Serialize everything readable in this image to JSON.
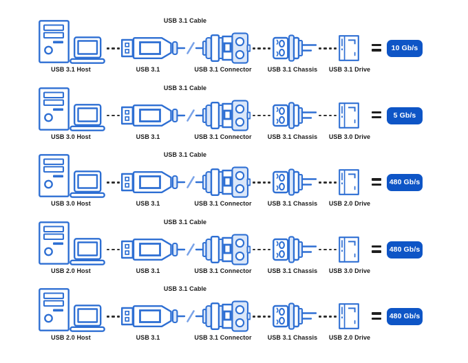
{
  "colors": {
    "icon_blue": "#2e6fd3",
    "icon_blue_light": "#7aa3e8",
    "icon_fill_light": "#dbe7f9",
    "badge_bg": "#0e55c6",
    "badge_text": "#ffffff",
    "label_text": "#1a1a1a",
    "separator": "#2f2f2f",
    "background": "#ffffff"
  },
  "icons": {
    "host": [
      "desktop-tower-icon",
      "laptop-icon"
    ],
    "link": "usb-type-a-plug-icon with cable-break-slash-icon",
    "connector": "usb-circular-connector-icon",
    "chassis": "usb-chassis-receptacle-icon",
    "drive": "external-drive-icon",
    "result": "equals-icon"
  },
  "rows": [
    {
      "host_label": "USB 3.1 Host",
      "plug_label": "USB 3.1",
      "cable_label": "USB 3.1 Cable",
      "connector_label": "USB 3.1 Connector",
      "chassis_label": "USB 3.1 Chassis",
      "drive_label": "USB 3.1 Drive",
      "speed": "10 Gb/s"
    },
    {
      "host_label": "USB 3.0 Host",
      "plug_label": "USB 3.1",
      "cable_label": "USB 3.1 Cable",
      "connector_label": "USB 3.1 Connector",
      "chassis_label": "USB 3.1 Chassis",
      "drive_label": "USB 3.0 Drive",
      "speed": "5 Gb/s"
    },
    {
      "host_label": "USB 3.0 Host",
      "plug_label": "USB 3.1",
      "cable_label": "USB 3.1 Cable",
      "connector_label": "USB 3.1 Connector",
      "chassis_label": "USB 3.1 Chassis",
      "drive_label": "USB 2.0 Drive",
      "speed": "480 Gb/s"
    },
    {
      "host_label": "USB 2.0 Host",
      "plug_label": "USB 3.1",
      "cable_label": "USB 3.1 Cable",
      "connector_label": "USB 3.1 Connector",
      "chassis_label": "USB 3.1 Chassis",
      "drive_label": "USB 3.0 Drive",
      "speed": "480 Gb/s"
    },
    {
      "host_label": "USB 2.0 Host",
      "plug_label": "USB 3.1",
      "cable_label": "USB 3.1 Cable",
      "connector_label": "USB 3.1 Connector",
      "chassis_label": "USB 3.1 Chassis",
      "drive_label": "USB 2.0 Drive",
      "speed": "480 Gb/s"
    }
  ]
}
